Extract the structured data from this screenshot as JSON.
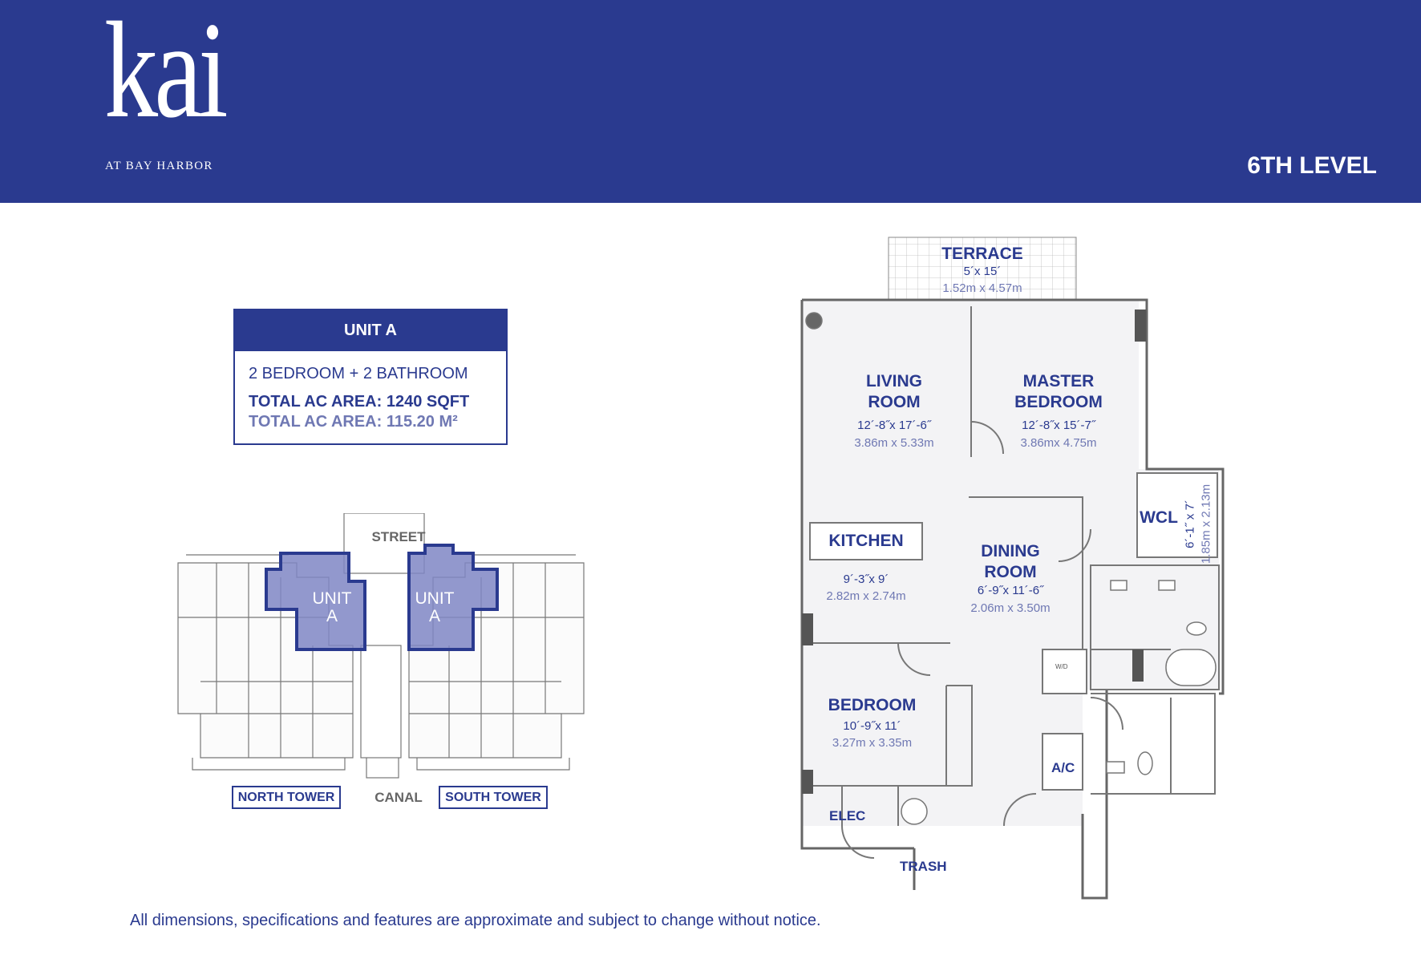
{
  "header": {
    "logo_word": "kai",
    "logo_sub": "AT BAY HARBOR",
    "level": "6TH LEVEL"
  },
  "unit_card": {
    "title": "UNIT A",
    "rooms": "2 BEDROOM + 2 BATHROOM",
    "area_sqft": "TOTAL AC AREA: 1240 SQFT",
    "area_m2": "TOTAL AC AREA: 115.20 M²"
  },
  "site_plan": {
    "street": "STREET",
    "canal": "CANAL",
    "north_tower": "NORTH TOWER",
    "south_tower": "SOUTH TOWER",
    "unit_tag_line1": "UNIT",
    "unit_tag_line2": "A"
  },
  "floor_plan": {
    "terrace": {
      "name": "TERRACE",
      "imperial": "5´x 15´",
      "metric": "1.52m x 4.57m"
    },
    "living": {
      "name_line1": "LIVING",
      "name_line2": "ROOM",
      "imperial": "12´-8˝x 17´-6˝",
      "metric": "3.86m x 5.33m"
    },
    "master": {
      "name_line1": "MASTER",
      "name_line2": "BEDROOM",
      "imperial": "12´-8˝x 15´-7˝",
      "metric": "3.86mx 4.75m"
    },
    "kitchen": {
      "name": "KITCHEN",
      "imperial": "9´-3˝x 9´",
      "metric": "2.82m x 2.74m"
    },
    "dining": {
      "name_line1": "DINING",
      "name_line2": "ROOM",
      "imperial": "6´-9˝x 11´-6˝",
      "metric": "2.06m x 3.50m"
    },
    "wcl": {
      "name": "WCL",
      "imperial": "6´-1˝ x 7´",
      "metric": "1.85m x 2.13m"
    },
    "bedroom": {
      "name": "BEDROOM",
      "imperial": "10´-9˝x 11´",
      "metric": "3.27m x 3.35m"
    },
    "elec": "ELEC",
    "trash": "TRASH",
    "ac": "A/C",
    "wd": "W/D"
  },
  "disclaimer": "All dimensions, specifications and features are approximate and subject to change without notice.",
  "colors": {
    "brand_blue": "#2a3a8f",
    "light_blue": "#6f78b3",
    "unit_highlight": "#7f86c4"
  }
}
